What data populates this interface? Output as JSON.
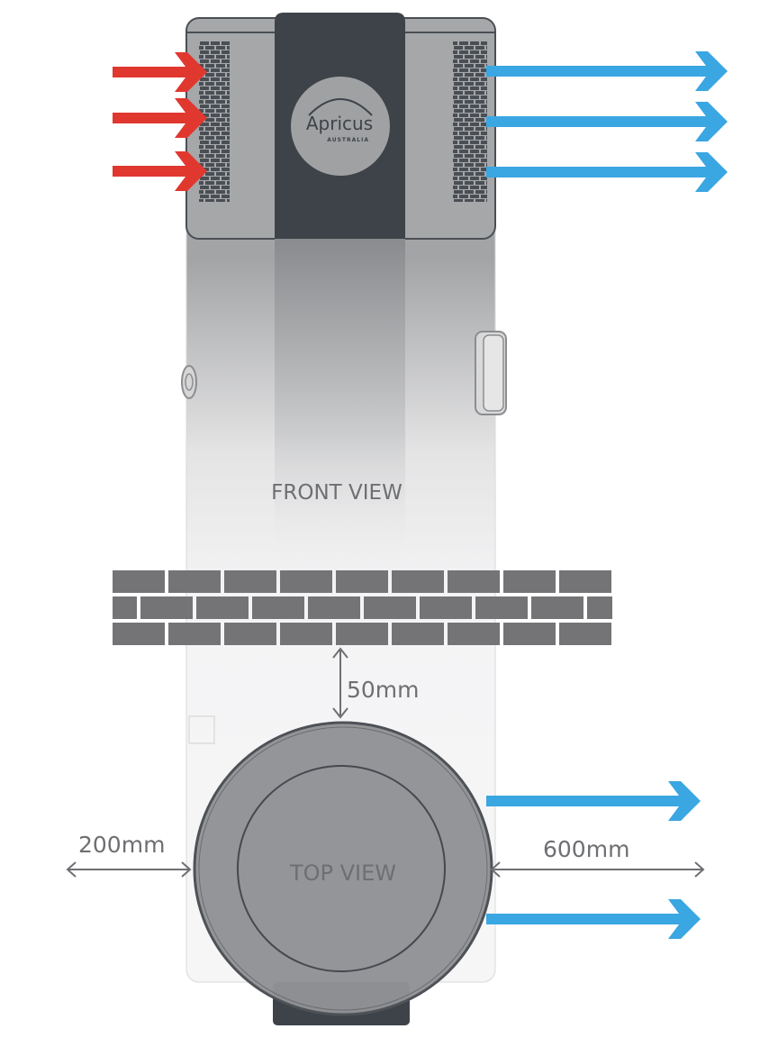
{
  "logo": {
    "brand": "Apricus",
    "subtitle": "AUSTRALIA"
  },
  "labels": {
    "front_view": "FRONT VIEW",
    "top_view": "TOP VIEW",
    "rear_clearance": "50mm",
    "left_clearance": "200mm",
    "right_clearance": "600mm"
  },
  "colors": {
    "warm_air": "#e0382f",
    "cool_air": "#3aa6e2",
    "panel_dark": "#3d4349",
    "body_gray": "#a6a7a9",
    "brick": "#6f7073",
    "dimension_line": "#6e6f72"
  }
}
